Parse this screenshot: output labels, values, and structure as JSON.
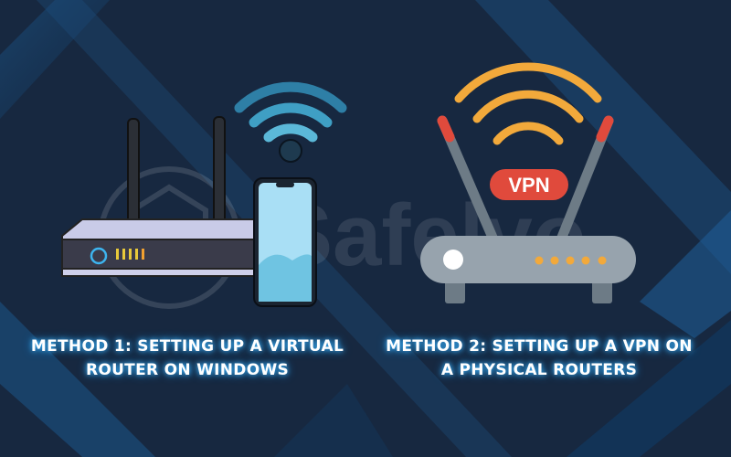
{
  "watermark": {
    "text": "Safelyo"
  },
  "left": {
    "caption_line1": "METHOD 1: SETTING UP A VIRTUAL",
    "caption_line2": "ROUTER ON WINDOWS"
  },
  "right": {
    "badge": "VPN",
    "caption_line1": "METHOD 2: SETTING UP A VPN ON",
    "caption_line2": "A PHYSICAL ROUTERS"
  },
  "colors": {
    "background": "#172840",
    "vpn_badge": "#e04a3c",
    "wifi_right": "#f2a93b",
    "wifi_left": "#3f9fc4",
    "router_right": "#97a3ad",
    "caption_glow": "#3fb6ff"
  }
}
